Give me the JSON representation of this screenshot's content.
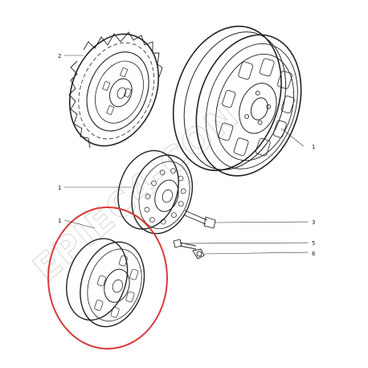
{
  "diagram": {
    "callouts": [
      {
        "id": "callout-2-spare-wheel",
        "text": "2"
      },
      {
        "id": "callout-1-alloy-wheel",
        "text": "1"
      },
      {
        "id": "callout-1-steel-wheel-vented",
        "text": "1"
      },
      {
        "id": "callout-3-wheel-bolt",
        "text": "3"
      },
      {
        "id": "callout-1-steel-wheel-slotted",
        "text": "1"
      },
      {
        "id": "callout-5-bolt",
        "text": "5"
      },
      {
        "id": "callout-6-nut",
        "text": "6"
      }
    ],
    "watermark": "EPIEC4-CON",
    "highlight_color": "#d93a3a",
    "line_color": "#222222"
  }
}
